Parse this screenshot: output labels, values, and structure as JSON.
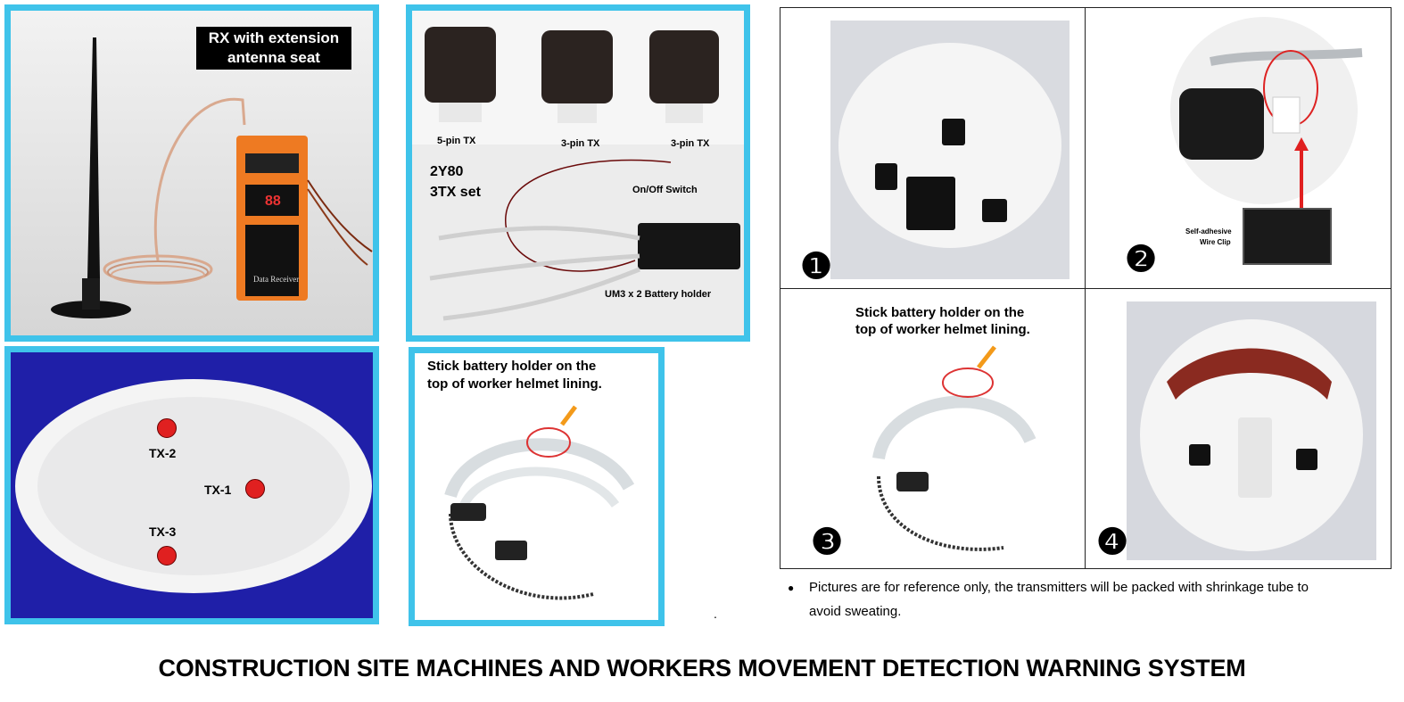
{
  "panel_rx": {
    "label_line1": "RX with extension",
    "label_line2": "antenna seat",
    "device_display": "88",
    "device_name": "Data Receiver"
  },
  "panel_tx": {
    "tx1_label": "5-pin TX",
    "tx2_label": "3-pin TX",
    "tx3_label": "3-pin TX",
    "set_line1": "2Y80",
    "set_line2": "3TX set",
    "switch_label": "On/Off Switch",
    "battery_label": "UM3 x 2 Battery holder"
  },
  "panel_helmet": {
    "tx2": "TX-2",
    "tx1": "TX-1",
    "tx3": "TX-3"
  },
  "panel_lining": {
    "line1": "Stick battery holder on the",
    "line2": "top of worker helmet lining."
  },
  "grid": {
    "step1": "❶",
    "step2": "❷",
    "step3": "❸",
    "step4": "❹",
    "clip_line1": "Self-adhesive",
    "clip_line2": "Wire Clip",
    "cell3_line1": "Stick battery holder on the",
    "cell3_line2": "top of worker helmet lining."
  },
  "note": {
    "bullet": "●",
    "line1": "Pictures are for reference only, the transmitters will be packed with shrinkage tube to",
    "line2": "avoid sweating."
  },
  "stray_mark": ".",
  "footer_title": "CONSTRUCTION SITE MACHINES AND WORKERS MOVEMENT DETECTION WARNING SYSTEM"
}
